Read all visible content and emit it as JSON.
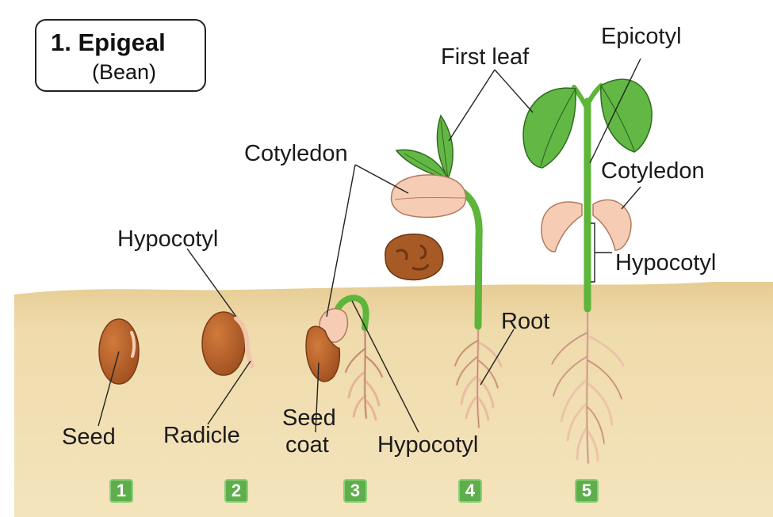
{
  "title": {
    "main": "1. Epigeal",
    "sub": "(Bean)"
  },
  "labels": {
    "first_leaf": "First leaf",
    "epicotyl": "Epicotyl",
    "cotyledon_3": "Cotyledon",
    "cotyledon_5": "Cotyledon",
    "hypocotyl_2": "Hypocotyl",
    "hypocotyl_5": "Hypocotyl",
    "hypocotyl_3": "Hypocotyl",
    "root": "Root",
    "seed": "Seed",
    "radicle": "Radicle",
    "seed_coat_line1": "Seed",
    "seed_coat_line2": "coat"
  },
  "steps": [
    "1",
    "2",
    "3",
    "4",
    "5"
  ],
  "colors": {
    "soil": "#eed9a8",
    "seed": "#b5612a",
    "stem": "#5db53a",
    "leaf": "#63b845",
    "cotyledon": "#f4c7ad",
    "root": "#f2cdb8",
    "step_badge": "#5fae4c"
  }
}
